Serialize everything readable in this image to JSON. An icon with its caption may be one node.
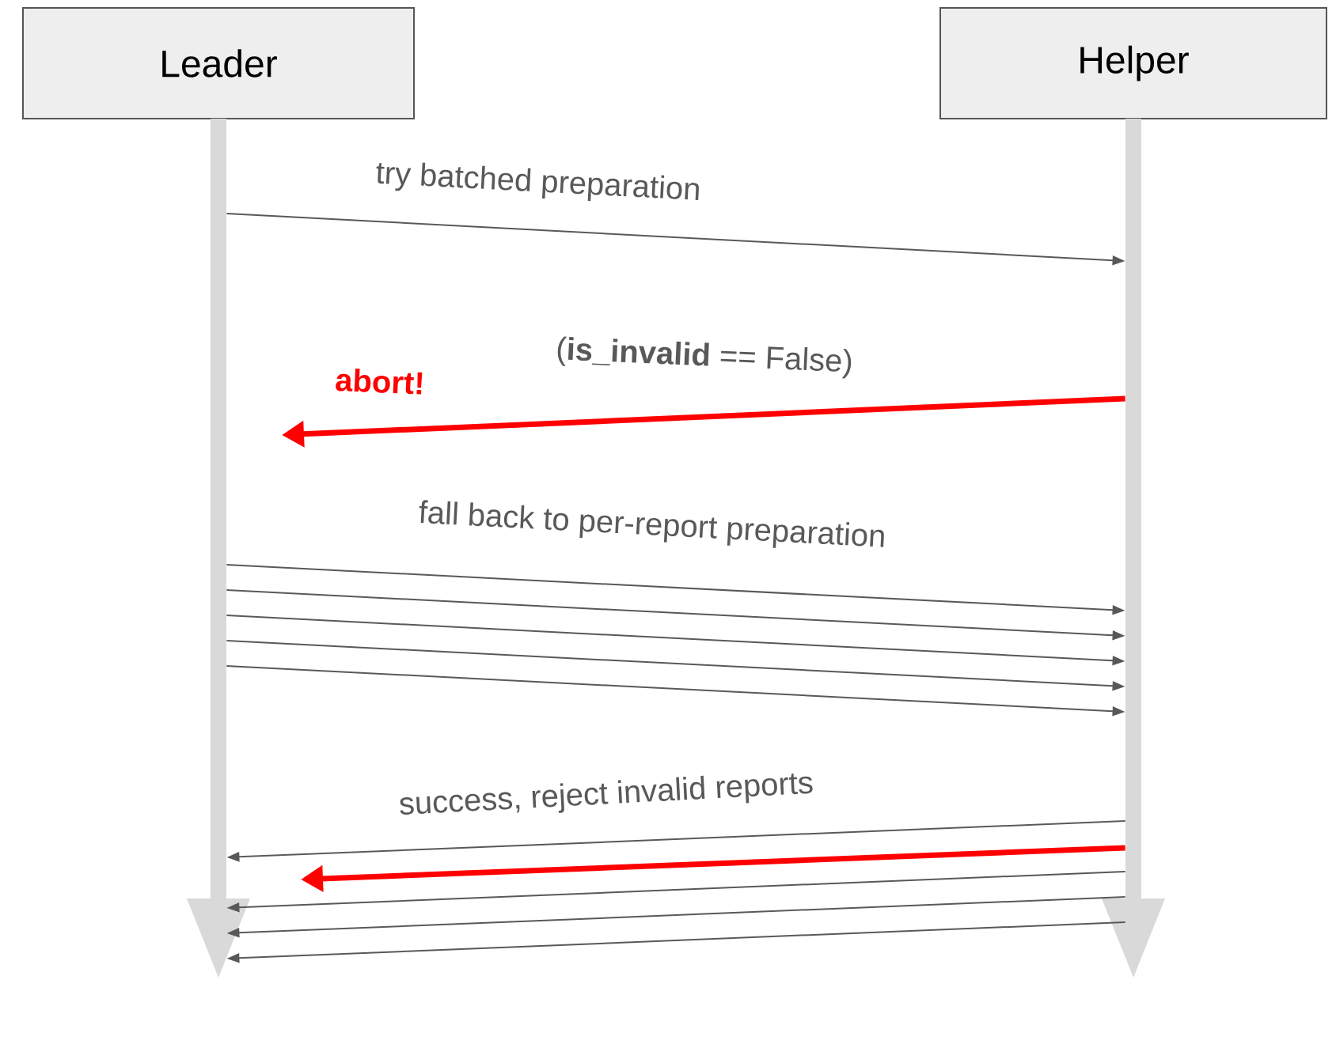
{
  "diagram": {
    "nodes": [
      {
        "text": [
          "Leader"
        ]
      },
      {
        "text": [
          "Helper"
        ]
      },
      {
        "text": [],
        "shape": "arrow"
      },
      {
        "text": [],
        "shape": "arrow"
      }
    ],
    "edges": [
      {
        "from": 2,
        "to": 3,
        "arrow": "to",
        "label": "try batched preparation"
      },
      {
        "from": 3,
        "to": null,
        "arrow": "to",
        "label": "(**is_invalid** == False)",
        "style": "thick",
        "color": "#ff0000"
      },
      {
        "from": 2,
        "to": 3,
        "arrow": "to",
        "label": "fall back to per-report preparation"
      },
      {
        "from": 2,
        "to": 3,
        "arrow": "to"
      },
      {
        "from": 2,
        "to": 3,
        "arrow": "to"
      },
      {
        "from": 2,
        "to": 3,
        "arrow": "to"
      },
      {
        "from": 2,
        "to": 3,
        "arrow": "to"
      },
      {
        "from": 3,
        "to": 2,
        "arrow": "to",
        "label": "success, reject invalid reports"
      },
      {
        "from": 3,
        "to": null,
        "arrow": "to",
        "style": "thick",
        "color": "#ff0000"
      },
      {
        "from": 3,
        "to": 2,
        "arrow": "to"
      },
      {
        "from": 3,
        "to": 2,
        "arrow": "to"
      },
      {
        "from": 3,
        "to": 2,
        "arrow": "to"
      }
    ],
    "labels": [
      "abort!"
    ]
  }
}
